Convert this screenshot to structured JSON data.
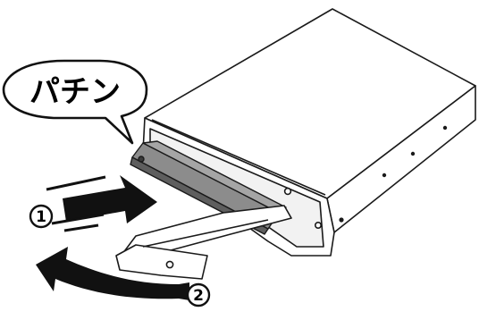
{
  "bubble": {
    "text": "パチン"
  },
  "steps": [
    {
      "number": "1"
    },
    {
      "number": "2"
    }
  ],
  "colors": {
    "line": "#1a1a1a",
    "casing": "#ffffff",
    "drive": "#8c8c8c",
    "drive_dark": "#555555",
    "arrow": "#111111"
  }
}
